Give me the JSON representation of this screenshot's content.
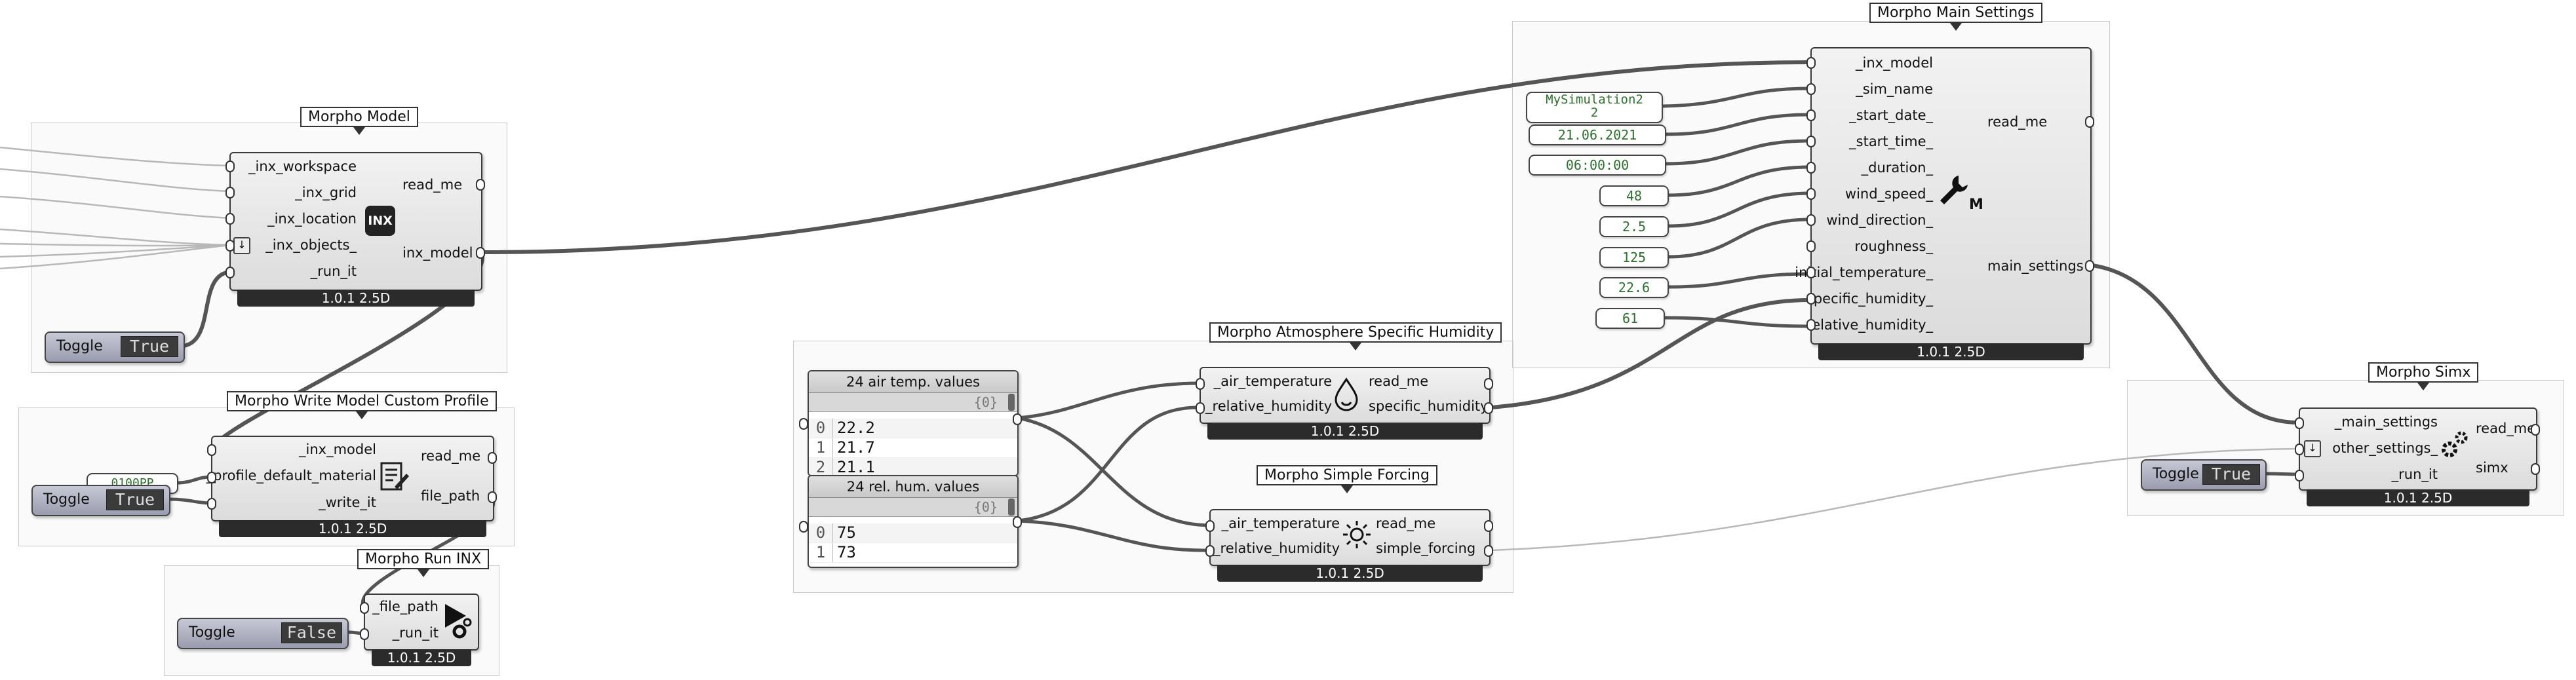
{
  "groups": {
    "model": "Morpho Model",
    "write_profile": "Morpho Write Model Custom Profile",
    "run_inx": "Morpho Run INX",
    "atmosphere": "Morpho Atmosphere Specific Humidity",
    "forcing": "Morpho Simple Forcing",
    "main_settings": "Morpho Main Settings",
    "simx": "Morpho Simx"
  },
  "version": "1.0.1 2.5D",
  "model": {
    "inputs": [
      "_inx_workspace",
      "_inx_grid",
      "_inx_location",
      "_inx_objects_",
      "_run_it"
    ],
    "outputs": [
      "read_me",
      "inx_model"
    ],
    "icon_text": "INX"
  },
  "write_profile": {
    "inputs": [
      "_inx_model",
      "_profile_default_material",
      "_write_it"
    ],
    "outputs": [
      "read_me",
      "file_path"
    ],
    "material_value": "0100PP"
  },
  "run_inx": {
    "inputs": [
      "_file_path",
      "_run_it"
    ]
  },
  "toggles": {
    "label": "Toggle",
    "model_run": "True",
    "profile_write": "True",
    "run_inx": "False",
    "simx_run": "True"
  },
  "panels": {
    "air_temp": {
      "title": "24 air temp. values",
      "path": "{0}",
      "rows": [
        {
          "i": "0",
          "v": "22.2"
        },
        {
          "i": "1",
          "v": "21.7"
        },
        {
          "i": "2",
          "v": "21.1"
        }
      ]
    },
    "rel_hum": {
      "title": "24 rel. hum. values",
      "path": "{0}",
      "rows": [
        {
          "i": "0",
          "v": "75"
        },
        {
          "i": "1",
          "v": "73"
        }
      ]
    }
  },
  "atmosphere": {
    "inputs": [
      "_air_temperature",
      "_relative_humidity"
    ],
    "outputs": [
      "read_me",
      "specific_humidity"
    ]
  },
  "forcing": {
    "inputs": [
      "_air_temperature",
      "_relative_humidity"
    ],
    "outputs": [
      "read_me",
      "simple_forcing"
    ]
  },
  "main_settings": {
    "inputs": [
      "_inx_model",
      "_sim_name",
      "_start_date_",
      "_start_time_",
      "_duration_",
      "wind_speed_",
      "wind_direction_",
      "roughness_",
      "initial_temperature_",
      "specific_humidity_",
      "relative_humidity_"
    ],
    "outputs": [
      "read_me",
      "main_settings"
    ],
    "icon_sub": "M",
    "values": {
      "sim_name": "MySimulation2\n2",
      "start_date": "21.06.2021",
      "start_time": "06:00:00",
      "duration": "48",
      "wind_speed": "2.5",
      "wind_direction": "125",
      "initial_temperature": "22.6",
      "relative_humidity": "61"
    }
  },
  "simx": {
    "inputs": [
      "_main_settings",
      "other_settings_",
      "_run_it"
    ],
    "outputs": [
      "read_me",
      "simx"
    ]
  },
  "colors": {
    "wire": "#555555",
    "wire_faint": "#b8b8b8",
    "version_bar": "#2b2b2b",
    "panel_text": "#2e6e2e"
  }
}
